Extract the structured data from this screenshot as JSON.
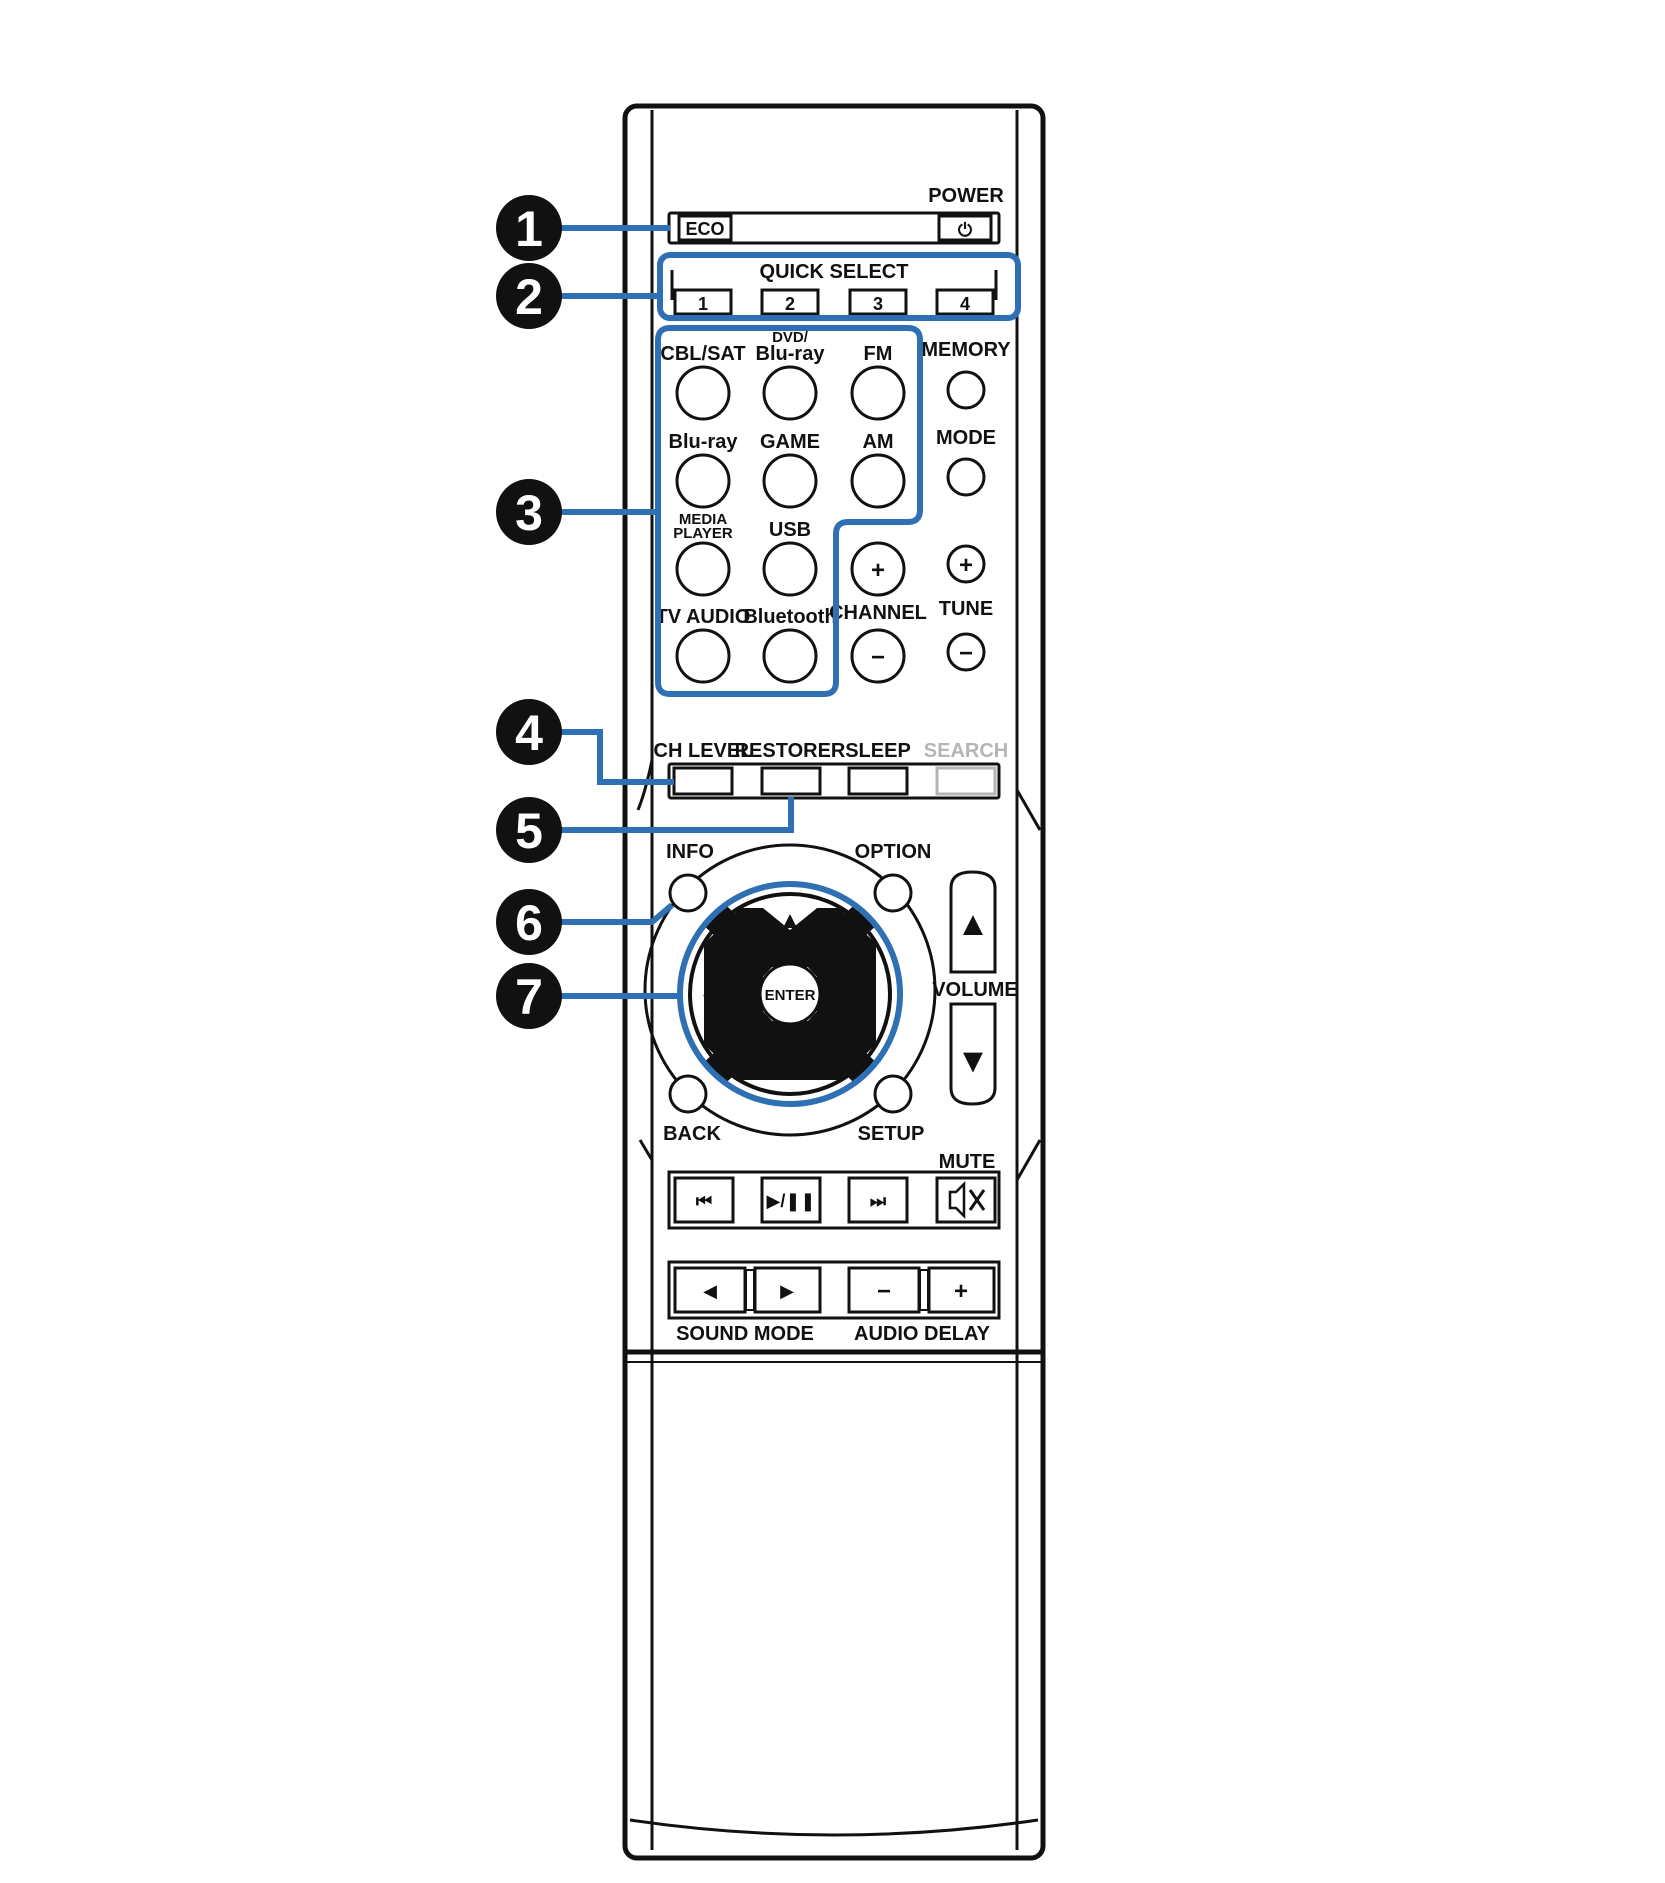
{
  "labels": {
    "power": "POWER",
    "eco": "ECO",
    "quick_select": "QUICK SELECT",
    "qs1": "1",
    "qs2": "2",
    "qs3": "3",
    "qs4": "4",
    "cbl_sat": "CBL/SAT",
    "dvd_a": "DVD/",
    "dvd_b": "Blu-ray",
    "fm": "FM",
    "memory": "MEMORY",
    "bluray": "Blu-ray",
    "game": "GAME",
    "am": "AM",
    "mode": "MODE",
    "media_a": "MEDIA",
    "media_b": "PLAYER",
    "usb": "USB",
    "tv_audio": "TV AUDIO",
    "bluetooth": "Bluetooth",
    "channel": "CHANNEL",
    "tune": "TUNE",
    "ch_level": "CH LEVEL",
    "restorer": "RESTORER",
    "sleep": "SLEEP",
    "search": "SEARCH",
    "info": "INFO",
    "option": "OPTION",
    "enter": "ENTER",
    "volume": "VOLUME",
    "back": "BACK",
    "setup": "SETUP",
    "mute": "MUTE",
    "sound_mode": "SOUND MODE",
    "audio_delay": "AUDIO DELAY"
  },
  "glyphs": {
    "power": "⏻",
    "plus": "+",
    "minus": "−",
    "up": "▲",
    "down": "▼",
    "left": "◀",
    "right": "▶",
    "prev": "⏮",
    "play_pause": "▶/❚❚",
    "next": "⏭",
    "mute": "🔇",
    "sm_left": "◀",
    "sm_right": "▶",
    "ad_minus": "−",
    "ad_plus": "+"
  },
  "callouts": [
    "1",
    "2",
    "3",
    "4",
    "5",
    "6",
    "7"
  ],
  "colors": {
    "callout_fill": "#111111",
    "highlight": "#2f6fb4",
    "outline": "#111111",
    "disabled": "#b5b5b5"
  }
}
